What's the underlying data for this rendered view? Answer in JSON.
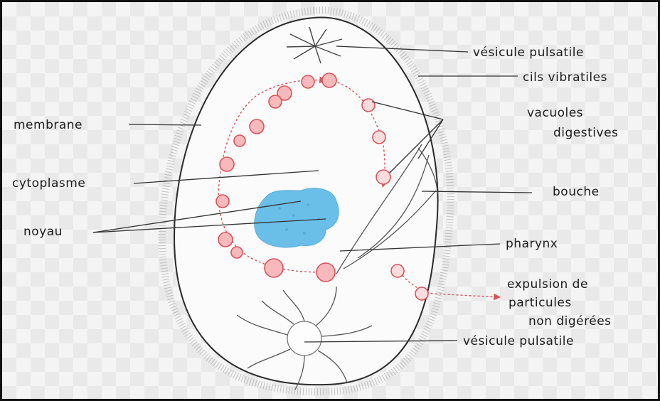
{
  "labels": {
    "vesicule_top": "vésicule pulsatile",
    "cils": "cils vibratiles",
    "membrane": "membrane",
    "vacuoles_1": "vacuoles",
    "vacuoles_2": "digestives",
    "cytoplasme": "cytoplasme",
    "bouche": "bouche",
    "noyau": "noyau",
    "pharynx": "pharynx",
    "expulsion_1": "expulsion de",
    "expulsion_2": "particules",
    "expulsion_3": "non digérées",
    "vesicule_bottom": "vésicule pulsatile"
  },
  "colors": {
    "vacuole_ring": "#d9535b",
    "vacuole_fill": "#f7b9bc",
    "noyau_fill": "#5bb9e6",
    "outline": "#2a2a2a",
    "cilia": "#8c8c8c"
  }
}
